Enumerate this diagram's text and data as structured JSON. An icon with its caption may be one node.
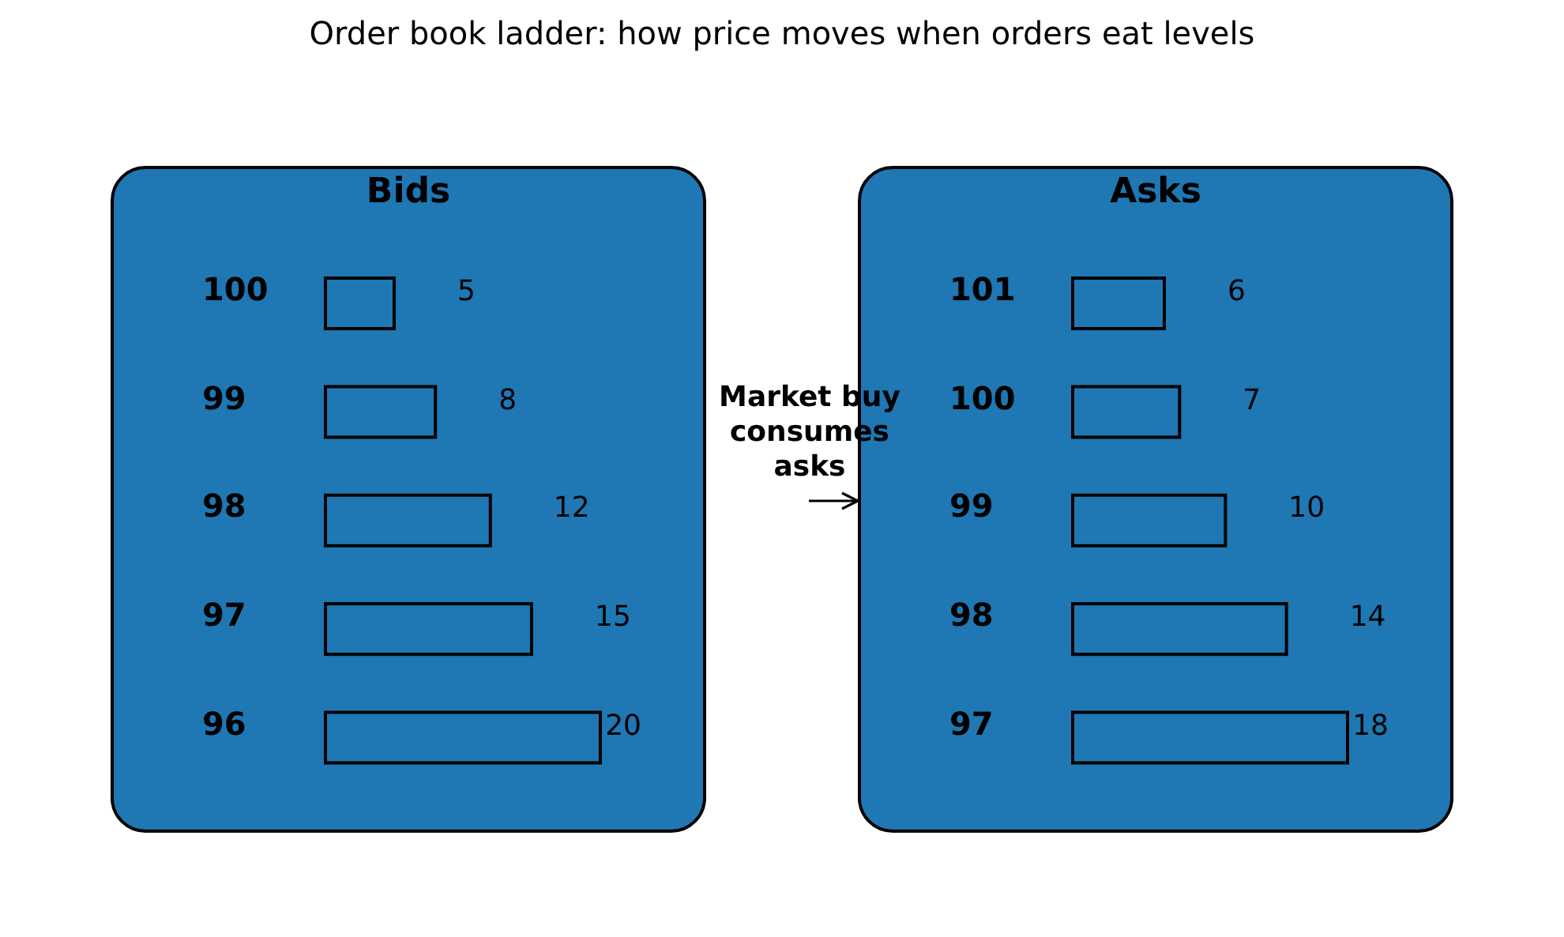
{
  "diagram": {
    "title": "Order book ladder: how price moves when orders eat levels",
    "nodes": [
      {
        "text": [
          "Bids"
        ]
      },
      {
        "text": [
          "Asks"
        ]
      }
    ],
    "edges": [
      {
        "from": null,
        "to": 1,
        "arrow": "to",
        "label": "Market buy consumes asks"
      }
    ],
    "chart_data": [
      {
        "type": "bar",
        "orientation": "horizontal",
        "categories": [
          "100",
          "99",
          "98",
          "97",
          "96"
        ],
        "values": [
          5,
          8,
          12,
          15,
          20
        ],
        "data_labels": true
      },
      {
        "type": "bar",
        "orientation": "horizontal",
        "categories": [
          "101",
          "100",
          "99",
          "98",
          "97"
        ],
        "values": [
          6,
          7,
          10,
          14,
          18
        ],
        "data_labels": true
      }
    ]
  }
}
